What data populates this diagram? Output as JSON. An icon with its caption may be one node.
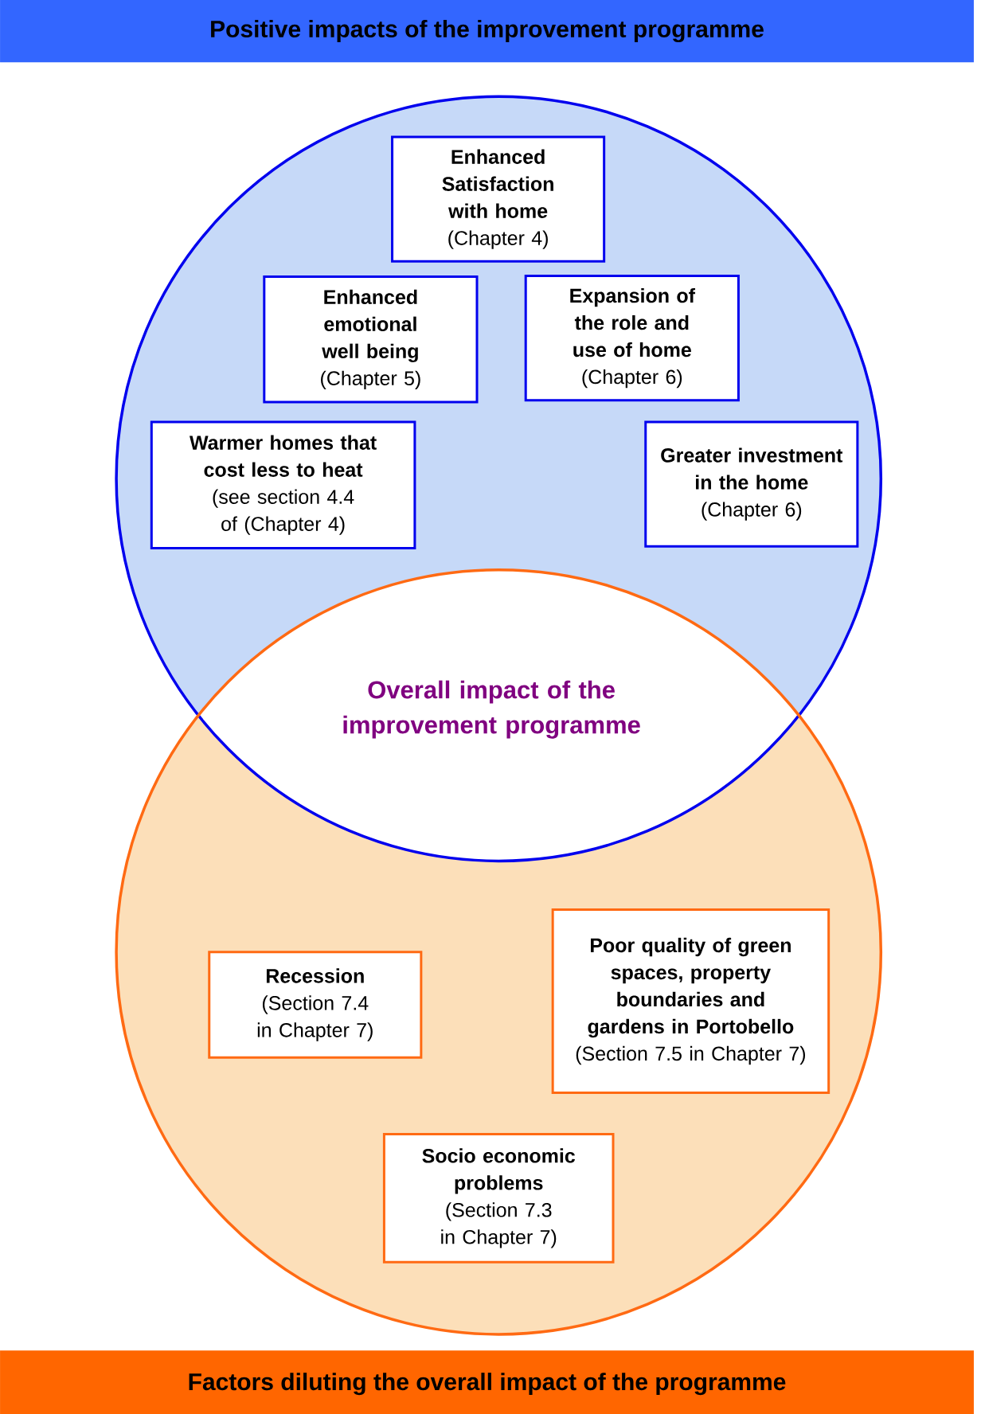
{
  "diagram": {
    "nodes": [
      {
        "text": [
          "Positive impacts of the improvement programme"
        ]
      },
      {
        "text": [],
        "shape": "circle"
      },
      {
        "text": [
          "Enhanced Satisfaction with home",
          "(Chapter 4)"
        ],
        "in": 1
      },
      {
        "text": [
          "Enhanced emotional well being",
          "(Chapter 5)"
        ],
        "in": 1
      },
      {
        "text": [
          "Expansion of the role and use of home",
          "(Chapter 6)"
        ],
        "in": 1
      },
      {
        "text": [
          "Warmer homes that cost less to heat",
          "(see section 4.4 of (Chapter 4)"
        ],
        "in": 1
      },
      {
        "text": [
          "Greater investment in the home",
          "(Chapter 6)"
        ],
        "in": 1
      },
      {
        "text": [],
        "shape": "circle"
      },
      {
        "text": [
          "Recession",
          "(Section 7.4 in Chapter 7)"
        ],
        "in": 7
      },
      {
        "text": [
          "Poor quality of green spaces, property boundaries and gardens in Portobello",
          "(Section 7.5 in Chapter 7)"
        ],
        "in": 7
      },
      {
        "text": [
          "Socio economic problems",
          "(Section 7.3 in Chapter 7)"
        ],
        "in": 7
      },
      {
        "text": [
          "Factors diluting the overall impact of the programme"
        ]
      }
    ],
    "edges": [],
    "labels": [
      "Overall impact of the improvement programme"
    ]
  }
}
